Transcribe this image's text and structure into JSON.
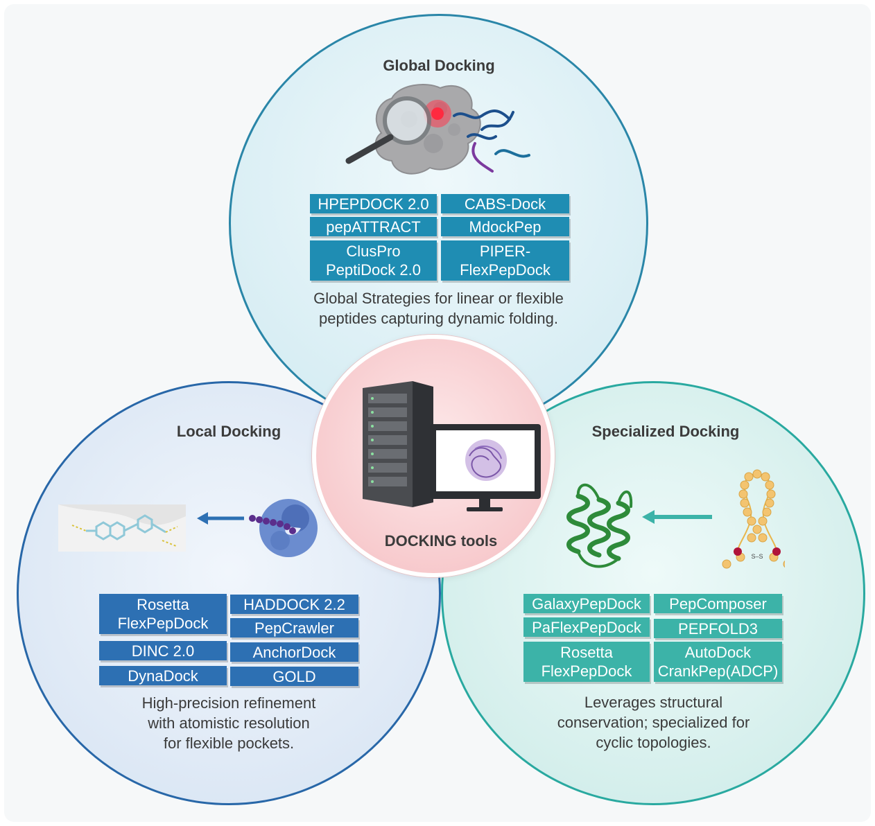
{
  "center": {
    "label": "DOCKING tools"
  },
  "global": {
    "title": "Global Docking",
    "tools": [
      "HPEPDOCK 2.0",
      "CABS-Dock",
      "pepATTRACT",
      "MdockPep",
      "ClusPro\nPeptiDock 2.0",
      "PIPER-\nFlexPepDock"
    ],
    "caption": "Global Strategies for linear or flexible\npeptides capturing dynamic folding."
  },
  "local": {
    "title": "Local Docking",
    "tools": [
      "Rosetta\nFlexPepDock",
      "HADDOCK 2.2",
      "PepCrawler",
      "DINC 2.0",
      "AnchorDock",
      "DynaDock",
      "GOLD"
    ],
    "caption": "High-precision refinement\nwith atomistic resolution\nfor flexible pockets."
  },
  "specialized": {
    "title": "Specialized Docking",
    "tools": [
      "GalaxyPepDock",
      "PepComposer",
      "PaFlexPepDock",
      "PEPFOLD3",
      "Rosetta\nFlexPepDock",
      "AutoDock\nCrankPep(ADCP)"
    ],
    "caption": "Leverages structural\nconservation; specialized for\ncyclic topologies.",
    "bond_label": "S–S"
  },
  "colors": {
    "global_accent": "#1f8db3",
    "local_accent": "#2d70b3",
    "specialized_accent": "#3cb3a8",
    "center_fill": "#f7c9cc"
  },
  "icons": [
    "magnifier-icon",
    "protein-blob-icon",
    "peptide-strands-icon",
    "server-tower-icon",
    "monitor-icon",
    "pocket-ligand-icon",
    "enzyme-peptide-icon",
    "arrow-left-icon",
    "helix-bundle-icon",
    "cyclic-peptide-icon"
  ]
}
